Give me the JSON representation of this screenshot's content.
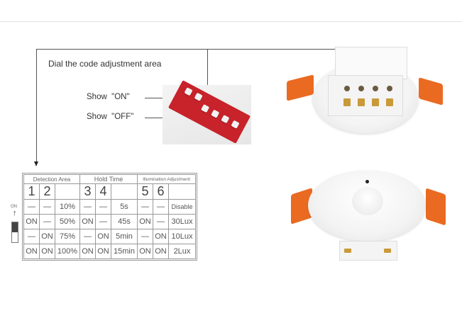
{
  "diagram": {
    "title": "Dial the code adjustment area",
    "callouts": [
      {
        "label": "Show  \"ON\""
      },
      {
        "label": "Show  \"OFF\""
      }
    ]
  },
  "switch_legend": {
    "on_label": "ON",
    "arrow": "↑"
  },
  "table": {
    "groups": [
      {
        "label": "Detection Area"
      },
      {
        "label": "Hold Time"
      },
      {
        "label": "Illumination Adjustment"
      }
    ],
    "switch_numbers": [
      "1",
      "2",
      "",
      "3",
      "4",
      "",
      "5",
      "6",
      ""
    ],
    "rows": [
      [
        "—",
        "—",
        "10%",
        "—",
        "—",
        "5s",
        "—",
        "—",
        "Disable"
      ],
      [
        "ON",
        "—",
        "50%",
        "ON",
        "—",
        "45s",
        "ON",
        "—",
        "30Lux"
      ],
      [
        "—",
        "ON",
        "75%",
        "—",
        "ON",
        "5min",
        "—",
        "ON",
        "10Lux"
      ],
      [
        "ON",
        "ON",
        "100%",
        "ON",
        "ON",
        "15min",
        "ON",
        "ON",
        "2Lux"
      ]
    ]
  },
  "colors": {
    "clip_orange": "#ea6a22",
    "dip_board_red": "#c8222a",
    "terminal_brass": "#c99a3a"
  }
}
